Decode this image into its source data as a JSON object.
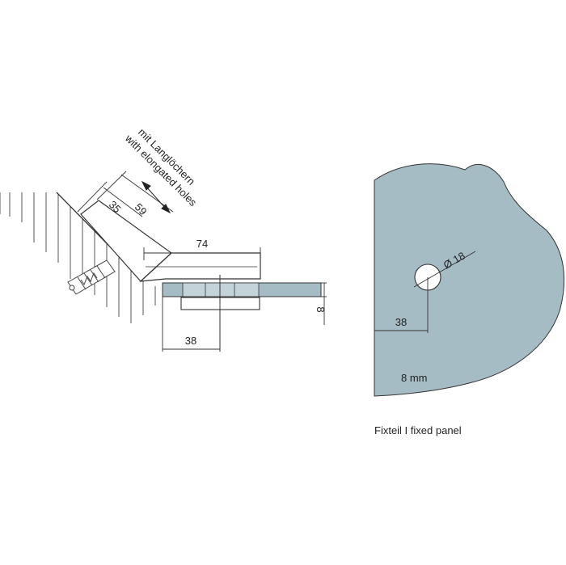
{
  "annotation": {
    "line1": "mit Langlöchern",
    "line2": "with elongated holes"
  },
  "dimensions": {
    "d35": "35",
    "d59": "59",
    "d74": "74",
    "d8": "8",
    "d38_side": "38",
    "d18": "Ø 18",
    "d38_front": "38"
  },
  "glass": {
    "thickness": "8 mm"
  },
  "caption": "Fixteil I fixed panel",
  "colors": {
    "glass": "#a5bcc5",
    "line": "#333333"
  }
}
